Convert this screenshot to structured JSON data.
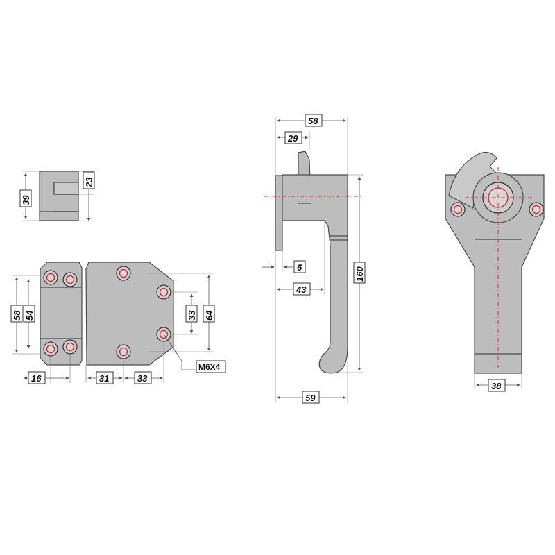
{
  "dimensions": {
    "keeper_height": "39",
    "keeper_slot": "23",
    "keeper_overall": "58",
    "keeper_hole_spacing": "54",
    "keeper_width": "16",
    "base_span_1": "31",
    "base_span_2": "33",
    "base_hole_vertical": "33",
    "base_overall_vertical": "64",
    "thread_spec": "M6X4",
    "latch_width_top": "58",
    "latch_cam": "29",
    "latch_plate": "6",
    "latch_handle_reach": "43",
    "latch_height": "160",
    "latch_width_bottom": "59",
    "front_handle_width": "38"
  },
  "colors": {
    "part_fill": "#bdbdbd",
    "outline": "#4a4a4a",
    "centerline": "#e02020"
  }
}
